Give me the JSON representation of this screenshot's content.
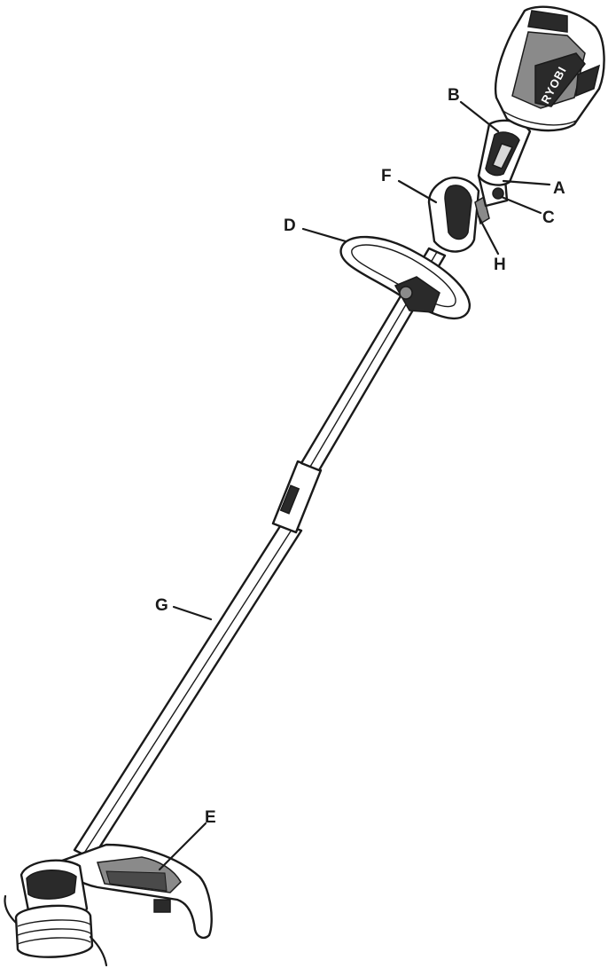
{
  "brand_mark": "RYOBI",
  "callouts": {
    "A": "A",
    "B": "B",
    "C": "C",
    "D": "D",
    "E": "E",
    "F": "F",
    "G": "G",
    "H": "H"
  },
  "colors": {
    "line": "#1a1a1a",
    "background": "#ffffff",
    "dark_fill": "#2a2a2a",
    "mid_fill": "#8a8a8a"
  }
}
